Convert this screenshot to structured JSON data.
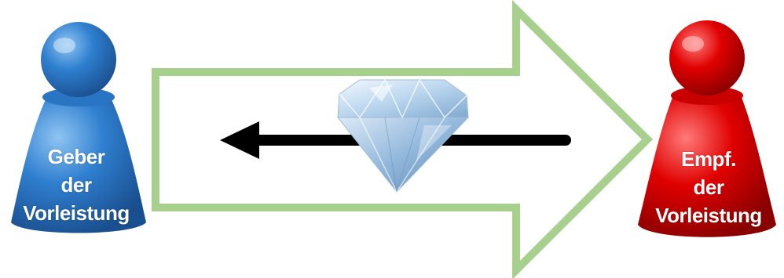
{
  "left_pawn": {
    "icon": "blue-pawn-icon",
    "color": "#2f7fd0",
    "label_lines": [
      "Geber",
      "der",
      "Vorleistung"
    ]
  },
  "right_pawn": {
    "icon": "red-pawn-icon",
    "color": "#e00000",
    "label_lines": [
      "Empf.",
      "der",
      "Vorleistung"
    ]
  },
  "big_arrow": {
    "icon": "outline-right-arrow-icon",
    "color": "#a8d08d"
  },
  "inner_arrow": {
    "icon": "black-left-arrow-icon",
    "color": "#000000"
  },
  "diamond": {
    "icon": "diamond-icon",
    "color": "#cfe4f5"
  }
}
